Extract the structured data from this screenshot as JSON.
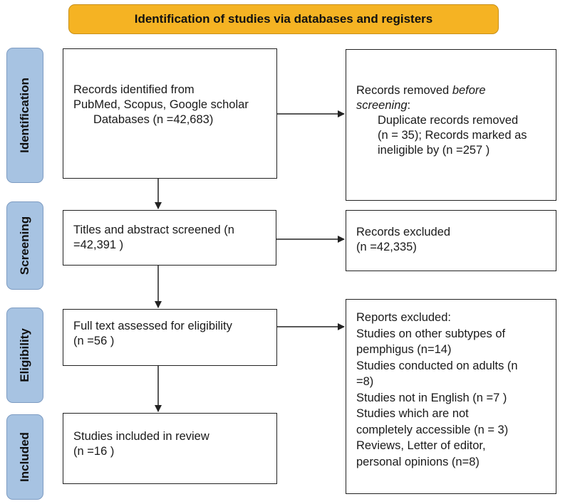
{
  "header": {
    "title": "Identification of studies via databases and registers"
  },
  "phases": {
    "identification": "Identification",
    "screening": "Screening",
    "eligibility": "Eligibility",
    "included": "Included"
  },
  "boxes": {
    "records_identified": {
      "lines": [
        "Records identified from",
        "PubMed, Scopus, Google scholar",
        "Databases (n =42,683)"
      ]
    },
    "records_removed": {
      "line1_a": "Records removed ",
      "line1_b": "before",
      "line2_a": "screening",
      "line2_b": ":",
      "lines": [
        "Duplicate records removed",
        "(n = 35); Records marked as",
        "ineligible by  (n =257 )"
      ]
    },
    "titles_screened": {
      "lines": [
        "Titles and abstract screened (n",
        "=42,391 )"
      ]
    },
    "records_excluded": {
      "lines": [
        "Records excluded",
        "(n =42,335)"
      ]
    },
    "full_text": {
      "lines": [
        "Full text assessed for eligibility",
        "(n =56 )"
      ]
    },
    "reports_excluded": {
      "lines": [
        "Reports excluded:",
        "Studies on other subtypes of",
        "pemphigus (n=14)",
        "Studies conducted on adults (n",
        "=8)",
        "Studies not in English (n =7 )",
        "Studies which are not",
        "completely accessible (n = 3)",
        "Reviews, Letter of editor,",
        "personal opinions (n=8)"
      ]
    },
    "included": {
      "lines": [
        "Studies included in review",
        "(n =16 )"
      ]
    }
  },
  "colors": {
    "header_fill": "#f5b323",
    "phase_fill": "#a7c3e2",
    "box_border": "#222222"
  }
}
